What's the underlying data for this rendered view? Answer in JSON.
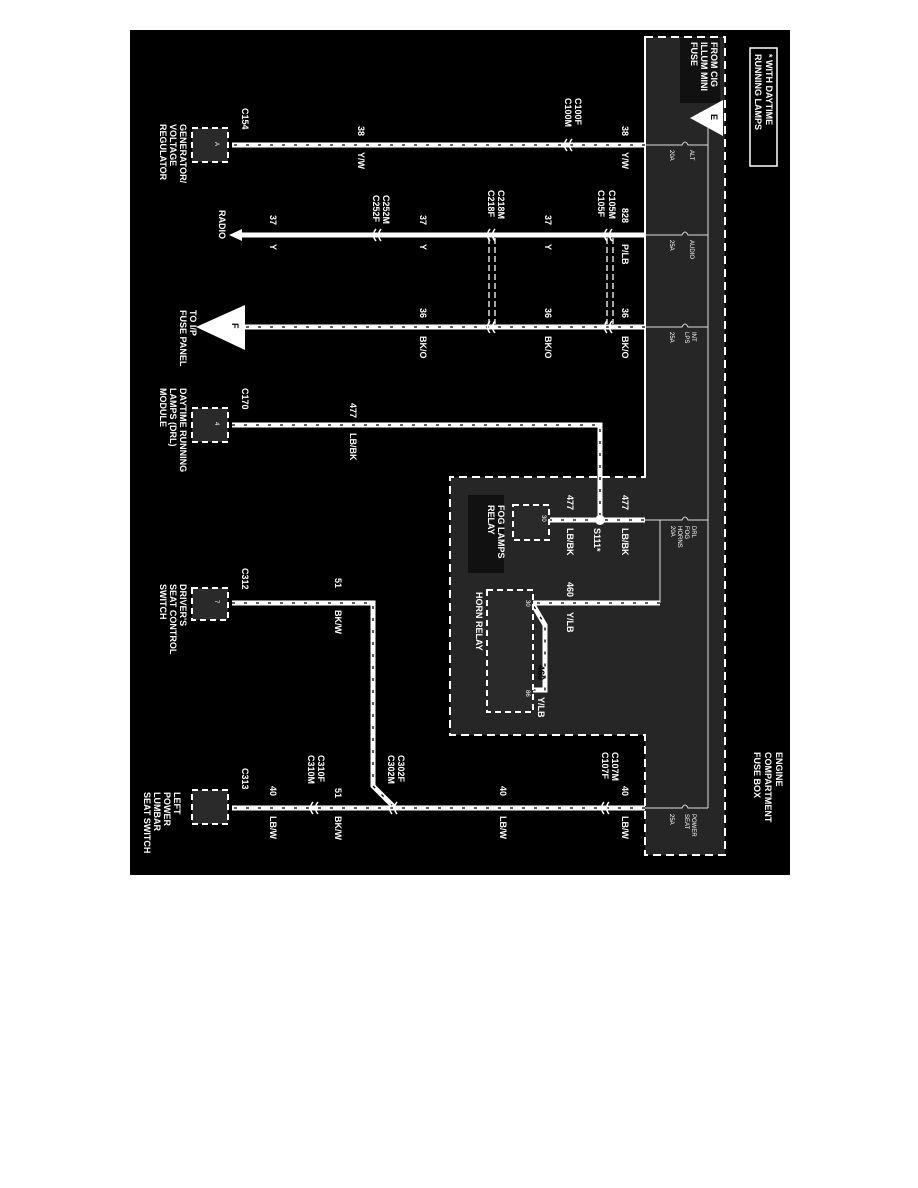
{
  "legend": "* WITH DAYTIME RUNNING LAMPS",
  "legend_lines": [
    "* WITH DAYTIME",
    "RUNNING LAMPS"
  ],
  "fuse_box": {
    "title_lines": [
      "ENGINE",
      "COMPARTMENT",
      "FUSE BOX"
    ]
  },
  "source": {
    "lines": [
      "FROM CIG",
      "ILLUM MINI",
      "FUSE"
    ],
    "ref": "E"
  },
  "fuses": [
    {
      "name": "ALT",
      "rating": "20A"
    },
    {
      "name_lines": [
        "AUDIO"
      ],
      "rating": "25A"
    },
    {
      "name_lines": [
        "INT",
        "LPS"
      ],
      "rating": "25A"
    },
    {
      "name_lines": [
        "DRL",
        "FOG",
        "HORNS"
      ],
      "rating": "20A"
    },
    {
      "name_lines": [
        "POWER",
        "SEAT"
      ],
      "rating": "25A"
    }
  ],
  "wires": {
    "w38": {
      "circuit": "38",
      "color": "Y/W"
    },
    "w828": {
      "circuit": "828",
      "color": "P/LB"
    },
    "w37": {
      "circuit": "37",
      "color": "Y"
    },
    "w36": {
      "circuit": "36",
      "color": "BK/O"
    },
    "w477": {
      "circuit": "477",
      "color": "LB/BK"
    },
    "w460": {
      "circuit": "460",
      "color": "Y/LB"
    },
    "w51": {
      "circuit": "51",
      "color": "BK/W"
    },
    "w40": {
      "circuit": "40",
      "color": "LB/W"
    }
  },
  "connectors": {
    "c100f": "C100F",
    "c100m": "C100M",
    "c105m": "C105M",
    "c105f": "C105F",
    "c218m": "C218M",
    "c218f": "C218F",
    "c252m": "C252M",
    "c252f": "C252F",
    "c107m": "C107M",
    "c107f": "C107F",
    "c302f": "C302F",
    "c302m": "C302M",
    "c310f": "C310F",
    "c310m": "C310M",
    "c154": "C154",
    "c170": "C170",
    "c312": "C312",
    "c313": "C313"
  },
  "splice": "S111*",
  "components": {
    "generator": {
      "pin": "A",
      "lines": [
        "GENERATOR/",
        "VOLTAGE",
        "REGULATOR"
      ]
    },
    "radio": "RADIO",
    "ip_fuse": {
      "ref": "F",
      "lines": [
        "TO I/P",
        "FUSE PANEL"
      ]
    },
    "drl": {
      "pin": "4",
      "lines": [
        "DAYTIME RUNNING",
        "LAMPS (DRL)",
        "MODULE"
      ]
    },
    "fog_relay": {
      "pin": "30",
      "lines": [
        "FOG LAMPS",
        "RELAY"
      ]
    },
    "horn_relay": {
      "pin_a": "30",
      "pin_b": "86",
      "label": "HORN RELAY"
    },
    "seat_control": {
      "pin": "7",
      "lines": [
        "DRIVER'S",
        "SEAT CONTROL",
        "SWITCH"
      ]
    },
    "lumbar": {
      "lines": [
        "LEFT",
        "POWER",
        "LUMBAR",
        "SEAT SWITCH"
      ]
    }
  }
}
